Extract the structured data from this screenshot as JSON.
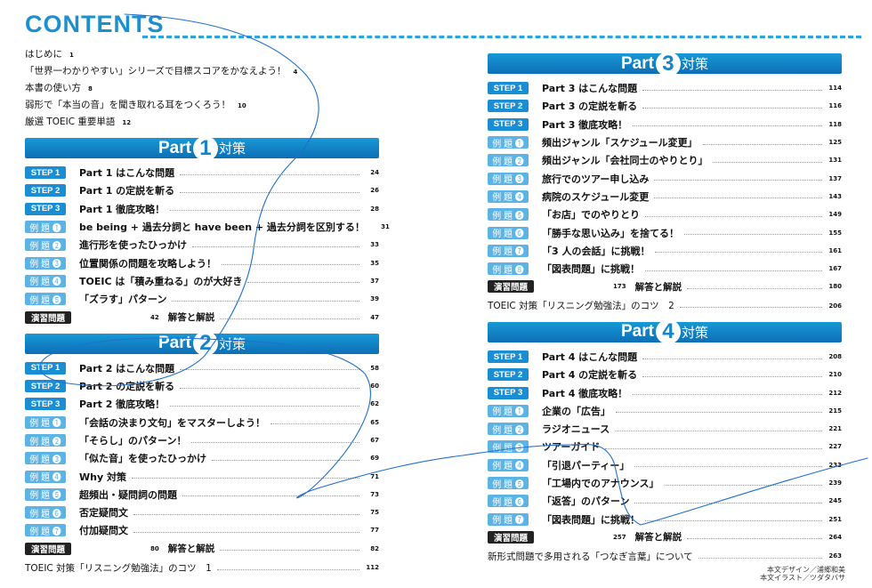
{
  "title": "CONTENTS",
  "intro": [
    {
      "text": "はじめに",
      "page": "1"
    },
    {
      "text": "「世界一わかりやすい」シリーズで目標スコアをかなえよう！",
      "page": "4"
    },
    {
      "text": "本書の使い方",
      "page": "8"
    },
    {
      "text": "弱形で「本当の音」を聞き取れる耳をつくろう！",
      "page": "10"
    },
    {
      "text": "厳選 TOEIC 重要単語",
      "page": "12"
    }
  ],
  "part_word": "Part",
  "part_suffix": "対策",
  "parts": [
    {
      "num": "1",
      "items": [
        {
          "tag": "STEP 1",
          "kind": "step",
          "title": "Part 1 はこんな問題",
          "page": "24"
        },
        {
          "tag": "STEP 2",
          "kind": "step",
          "title": "Part 1 の定説を斬る",
          "page": "26"
        },
        {
          "tag": "STEP 3",
          "kind": "step",
          "title": "Part 1 徹底攻略！",
          "page": "28"
        },
        {
          "tag": "例 題 ❶",
          "kind": "ex",
          "title": "be being + 過去分詞と have been + 過去分詞を区別する！",
          "page": "31"
        },
        {
          "tag": "例 題 ❷",
          "kind": "ex",
          "title": "進行形を使ったひっかけ",
          "page": "33"
        },
        {
          "tag": "例 題 ❸",
          "kind": "ex",
          "title": "位置関係の問題を攻略しよう！",
          "page": "35"
        },
        {
          "tag": "例 題 ❹",
          "kind": "ex",
          "title": "TOEIC は「積み重ねる」のが大好き",
          "page": "37"
        },
        {
          "tag": "例 題 ❺",
          "kind": "ex",
          "title": "「ズラす」パターン",
          "page": "39"
        }
      ],
      "drill": {
        "label": "演習問題",
        "page_a": "42",
        "answer": "解答と解説",
        "page_b": "47"
      }
    },
    {
      "num": "2",
      "items": [
        {
          "tag": "STEP 1",
          "kind": "step",
          "title": "Part 2 はこんな問題",
          "page": "58"
        },
        {
          "tag": "STEP 2",
          "kind": "step",
          "title": "Part 2 の定説を斬る",
          "page": "60"
        },
        {
          "tag": "STEP 3",
          "kind": "step",
          "title": "Part 2 徹底攻略！",
          "page": "62"
        },
        {
          "tag": "例 題 ❶",
          "kind": "ex",
          "title": "「会話の決まり文句」をマスターしよう！",
          "page": "65"
        },
        {
          "tag": "例 題 ❷",
          "kind": "ex",
          "title": "「そらし」のパターン！",
          "page": "67"
        },
        {
          "tag": "例 題 ❸",
          "kind": "ex",
          "title": "「似た音」を使ったひっかけ",
          "page": "69"
        },
        {
          "tag": "例 題 ❹",
          "kind": "ex",
          "title": "Why 対策",
          "page": "71"
        },
        {
          "tag": "例 題 ❺",
          "kind": "ex",
          "title": "超頻出・疑問詞の問題",
          "page": "73"
        },
        {
          "tag": "例 題 ❻",
          "kind": "ex",
          "title": "否定疑問文",
          "page": "75"
        },
        {
          "tag": "例 題 ❼",
          "kind": "ex",
          "title": "付加疑問文",
          "page": "77"
        }
      ],
      "drill": {
        "label": "演習問題",
        "page_a": "80",
        "answer": "解答と解説",
        "page_b": "82"
      },
      "tip": {
        "text": "TOEIC 対策「リスニング勉強法」のコツ　1",
        "page": "112"
      }
    },
    {
      "num": "3",
      "items": [
        {
          "tag": "STEP 1",
          "kind": "step",
          "title": "Part 3 はこんな問題",
          "page": "114"
        },
        {
          "tag": "STEP 2",
          "kind": "step",
          "title": "Part 3 の定説を斬る",
          "page": "116"
        },
        {
          "tag": "STEP 3",
          "kind": "step",
          "title": "Part 3 徹底攻略！",
          "page": "118"
        },
        {
          "tag": "例 題 ❶",
          "kind": "ex",
          "title": "頻出ジャンル「スケジュール変更」",
          "page": "125"
        },
        {
          "tag": "例 題 ❷",
          "kind": "ex",
          "title": "頻出ジャンル「会社同士のやりとり」",
          "page": "131"
        },
        {
          "tag": "例 題 ❸",
          "kind": "ex",
          "title": "旅行でのツアー申し込み",
          "page": "137"
        },
        {
          "tag": "例 題 ❹",
          "kind": "ex",
          "title": "病院のスケジュール変更",
          "page": "143"
        },
        {
          "tag": "例 題 ❺",
          "kind": "ex",
          "title": "「お店」でのやりとり",
          "page": "149"
        },
        {
          "tag": "例 題 ❻",
          "kind": "ex",
          "title": "「勝手な思い込み」を捨てる！",
          "page": "155"
        },
        {
          "tag": "例 題 ❼",
          "kind": "ex",
          "title": "「3 人の会話」に挑戦！",
          "page": "161"
        },
        {
          "tag": "例 題 ❽",
          "kind": "ex",
          "title": "「図表問題」に挑戦！",
          "page": "167"
        }
      ],
      "drill": {
        "label": "演習問題",
        "page_a": "173",
        "answer": "解答と解説",
        "page_b": "180"
      },
      "tip": {
        "text": "TOEIC 対策「リスニング勉強法」のコツ　2",
        "page": "206"
      }
    },
    {
      "num": "4",
      "items": [
        {
          "tag": "STEP 1",
          "kind": "step",
          "title": "Part 4 はこんな問題",
          "page": "208"
        },
        {
          "tag": "STEP 2",
          "kind": "step",
          "title": "Part 4 の定説を斬る",
          "page": "210"
        },
        {
          "tag": "STEP 3",
          "kind": "step",
          "title": "Part 4 徹底攻略！",
          "page": "212"
        },
        {
          "tag": "例 題 ❶",
          "kind": "ex",
          "title": "企業の「広告」",
          "page": "215"
        },
        {
          "tag": "例 題 ❷",
          "kind": "ex",
          "title": "ラジオニュース",
          "page": "221"
        },
        {
          "tag": "例 題 ❸",
          "kind": "ex",
          "title": "ツアーガイド",
          "page": "227"
        },
        {
          "tag": "例 題 ❹",
          "kind": "ex",
          "title": "「引退パーティー」",
          "page": "233"
        },
        {
          "tag": "例 題 ❺",
          "kind": "ex",
          "title": "「工場内でのアナウンス」",
          "page": "239"
        },
        {
          "tag": "例 題 ❻",
          "kind": "ex",
          "title": "「返答」のパターン",
          "page": "245"
        },
        {
          "tag": "例 題 ❼",
          "kind": "ex",
          "title": "「図表問題」に挑戦！",
          "page": "251"
        }
      ],
      "drill": {
        "label": "演習問題",
        "page_a": "257",
        "answer": "解答と解説",
        "page_b": "264"
      },
      "tip": {
        "text": "新形式問題で多用される「つなぎ言葉」について",
        "page": "263"
      }
    }
  ],
  "credits": [
    "本文デザイン／浦郷和美",
    "本文イラスト／ツダタバサ"
  ],
  "colors": {
    "accent": "#1b8fd0",
    "step_tag": "#1a8ed5",
    "example_tag": "#5bb4e5",
    "drill_tag": "#222222",
    "pen": "#1f6fd1"
  }
}
